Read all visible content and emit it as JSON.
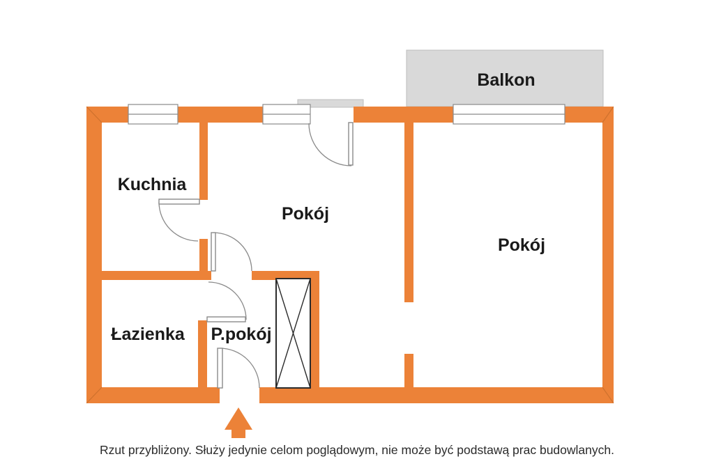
{
  "plan": {
    "balcony_label": "Balkon",
    "rooms": [
      {
        "id": "kuchnia",
        "label": "Kuchnia"
      },
      {
        "id": "pokoj-center",
        "label": "Pokój"
      },
      {
        "id": "pokoj-right",
        "label": "Pokój"
      },
      {
        "id": "lazienka",
        "label": "Łazienka"
      },
      {
        "id": "przedpokoj",
        "label": "P.pokój"
      }
    ],
    "disclaimer": "Rzut przybliżony. Służy jedynie celom poglądowym, nie może być podstawą prac budowlanych.",
    "icons": {
      "entrance_arrow": "orange-up-arrow",
      "wardrobe_mark": "crossed-box"
    }
  },
  "colors": {
    "wall": "#EC8238",
    "balcony_fill": "#D9D9D9",
    "balcony_border": "#BDBDBD",
    "door_line": "#8A8A8A",
    "wardrobe_line": "#2B2B2B",
    "label_text": "#1A1A1A",
    "disclaimer_text": "#2B2B2B",
    "background": "#FFFFFF"
  }
}
